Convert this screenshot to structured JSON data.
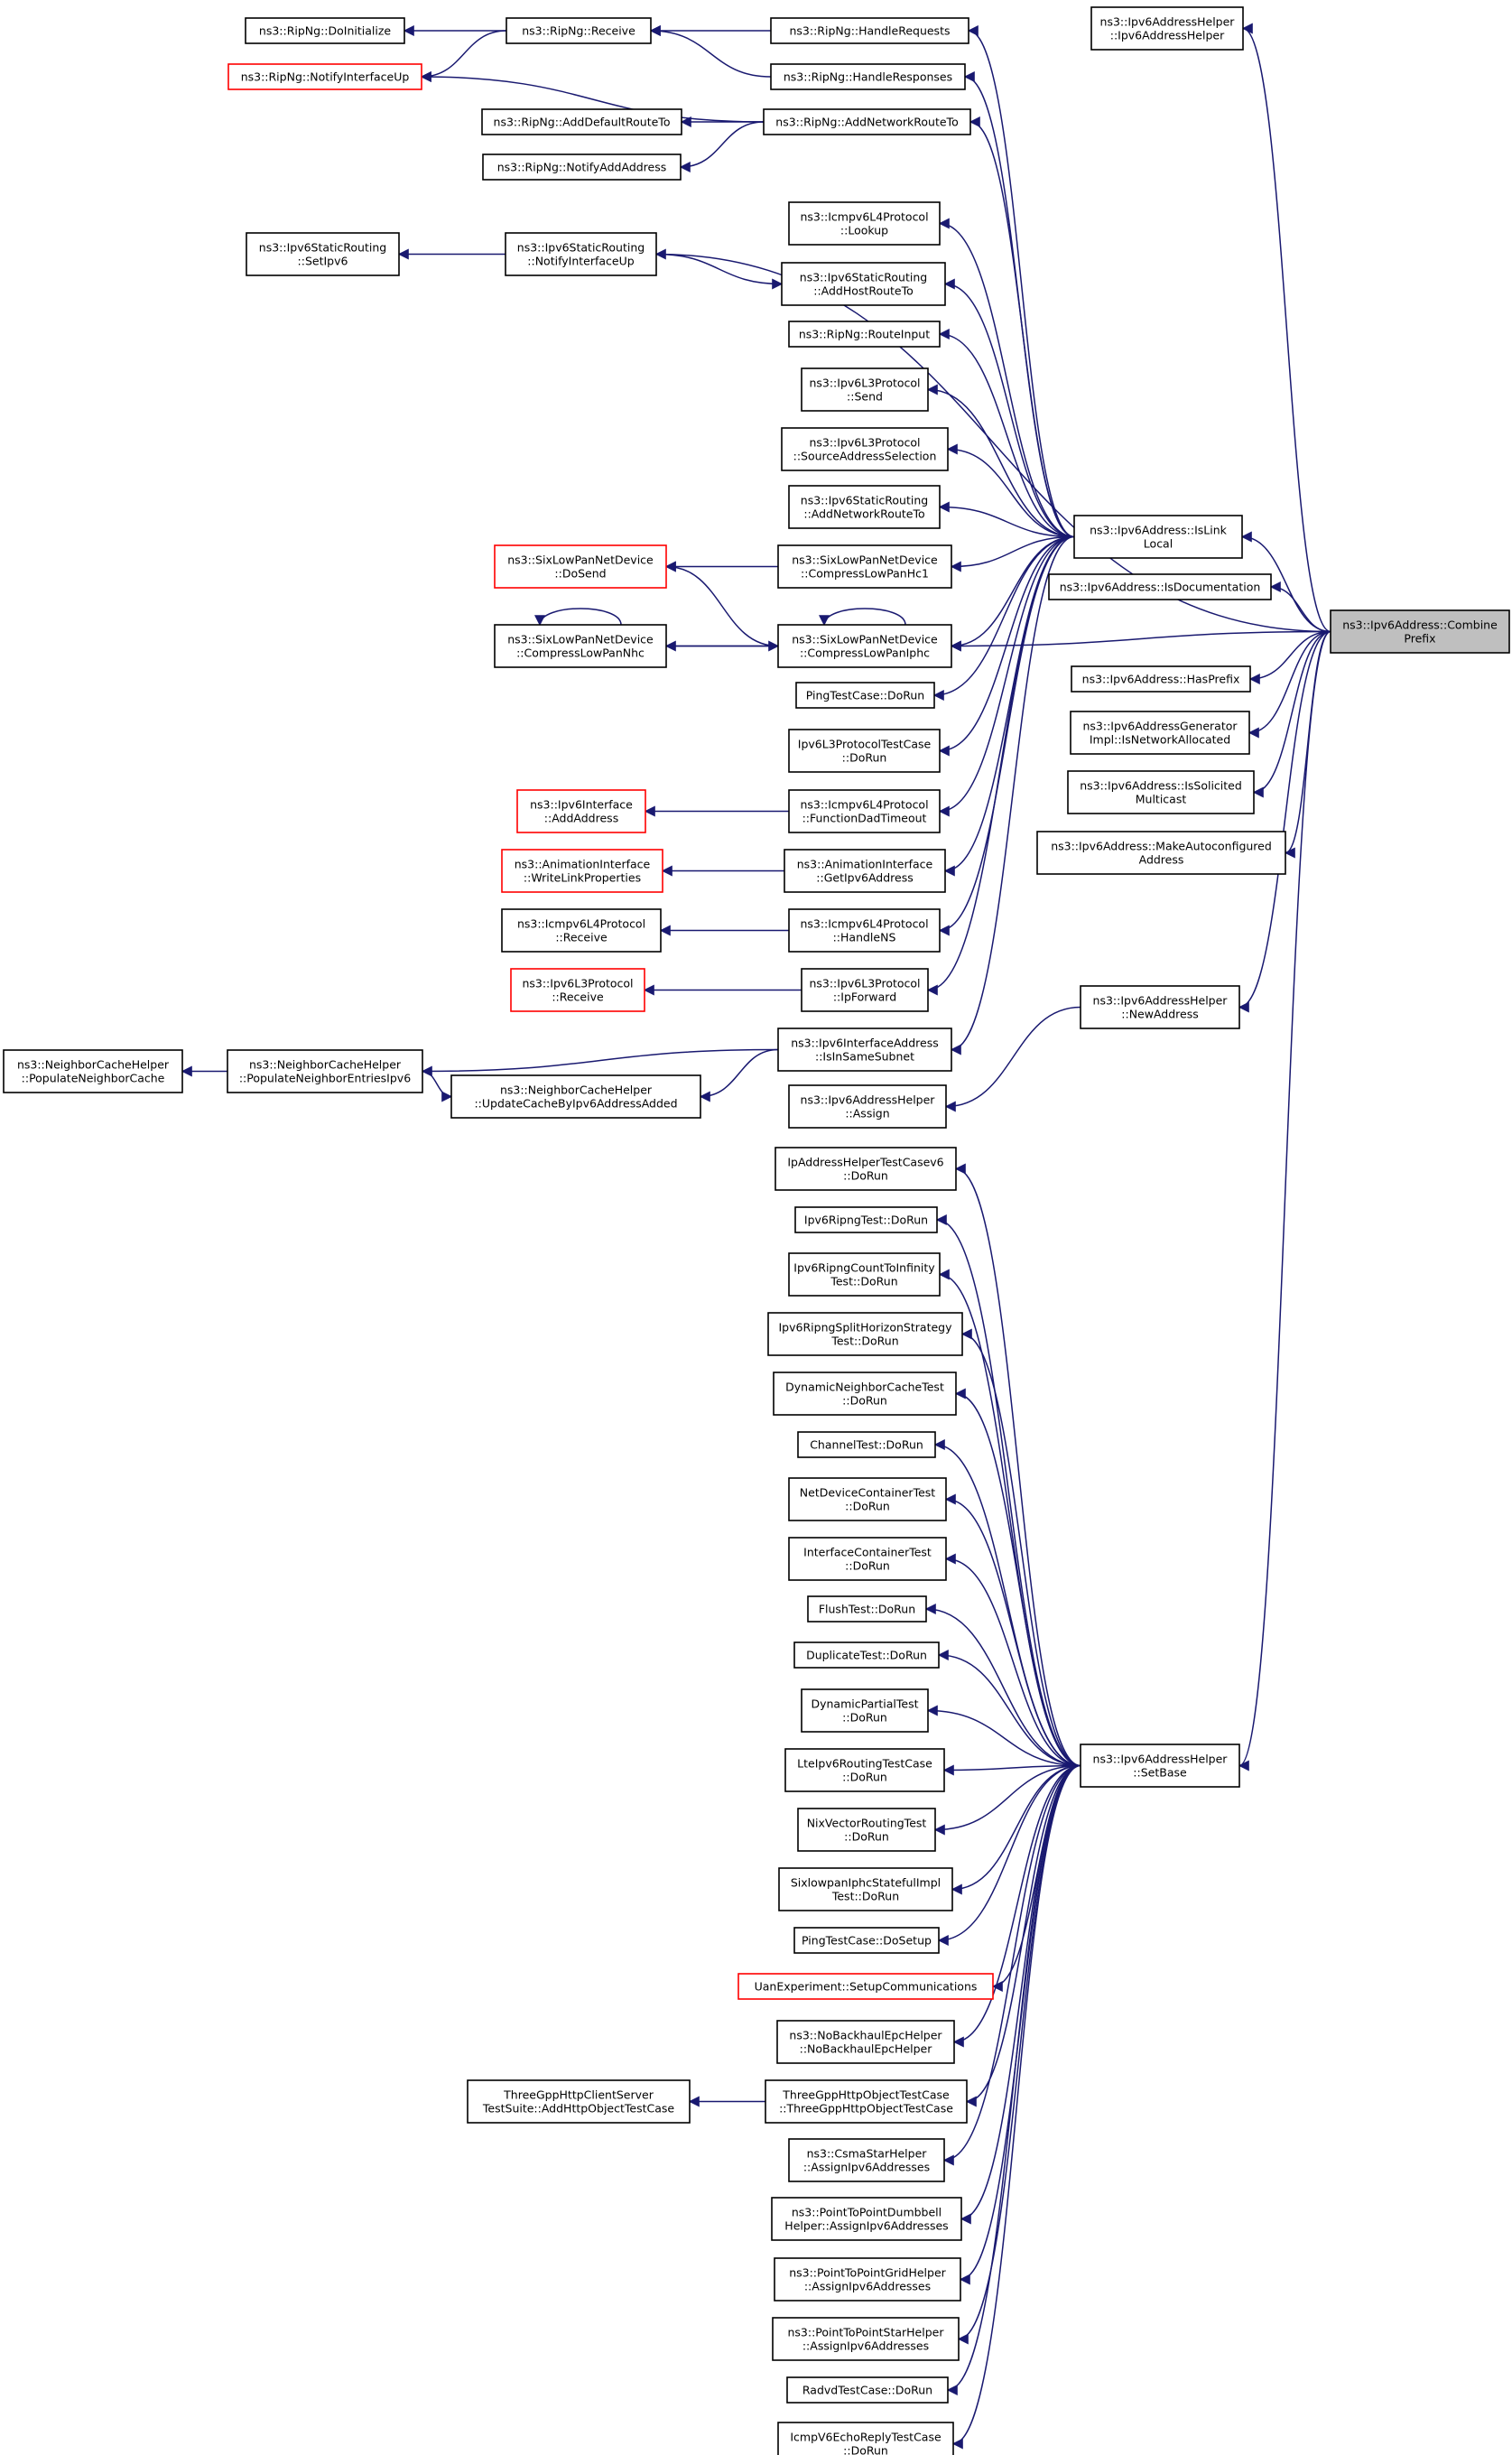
{
  "colors": {
    "edge": "#191970",
    "border": "#000000",
    "border_truncated": "#ff0000",
    "focus_fill": "#bfbfbf",
    "fill": "#ffffff"
  },
  "nodes": {
    "n0": {
      "lines": [
        "ns3::Ipv6Address::Combine",
        "Prefix"
      ],
      "focus": true
    },
    "n1": {
      "lines": [
        "ns3::Ipv6AddressHelper",
        "::Ipv6AddressHelper"
      ]
    },
    "n2": {
      "lines": [
        "ns3::Ipv6Address::IsLink",
        "Local"
      ]
    },
    "n3": {
      "lines": [
        "ns3::Ipv6Address::IsDocumentation"
      ]
    },
    "n4": {
      "lines": [
        "ns3::Ipv6Address::HasPrefix"
      ]
    },
    "n5": {
      "lines": [
        "ns3::Ipv6AddressGenerator",
        "Impl::IsNetworkAllocated"
      ]
    },
    "n6": {
      "lines": [
        "ns3::Ipv6Address::IsSolicited",
        "Multicast"
      ]
    },
    "n7": {
      "lines": [
        "ns3::Ipv6Address::MakeAutoconfigured",
        "Address"
      ]
    },
    "n8": {
      "lines": [
        "ns3::Ipv6AddressHelper",
        "::NewAddress"
      ]
    },
    "n9": {
      "lines": [
        "ns3::Ipv6AddressHelper",
        "::SetBase"
      ]
    },
    "n10": {
      "lines": [
        "ns3::RipNg::HandleRequests"
      ]
    },
    "n11": {
      "lines": [
        "ns3::RipNg::HandleResponses"
      ]
    },
    "n12": {
      "lines": [
        "ns3::RipNg::AddNetworkRouteTo"
      ]
    },
    "n13": {
      "lines": [
        "ns3::RipNg::Receive"
      ]
    },
    "n14": {
      "lines": [
        "ns3::RipNg::DoInitialize"
      ]
    },
    "n15": {
      "lines": [
        "ns3::RipNg::NotifyInterfaceUp"
      ],
      "truncated": true
    },
    "n16": {
      "lines": [
        "ns3::RipNg::AddDefaultRouteTo"
      ]
    },
    "n17": {
      "lines": [
        "ns3::RipNg::NotifyAddAddress"
      ]
    },
    "n18": {
      "lines": [
        "ns3::Ipv6StaticRouting",
        "::NotifyInterfaceUp"
      ]
    },
    "n19": {
      "lines": [
        "ns3::Ipv6StaticRouting",
        "::SetIpv6"
      ]
    },
    "n20": {
      "lines": [
        "ns3::Icmpv6L4Protocol",
        "::Lookup"
      ]
    },
    "n21": {
      "lines": [
        "ns3::Ipv6StaticRouting",
        "::AddHostRouteTo"
      ]
    },
    "n22": {
      "lines": [
        "ns3::RipNg::RouteInput"
      ]
    },
    "n23": {
      "lines": [
        "ns3::Ipv6L3Protocol",
        "::Send"
      ]
    },
    "n24": {
      "lines": [
        "ns3::Ipv6L3Protocol",
        "::SourceAddressSelection"
      ]
    },
    "n25": {
      "lines": [
        "ns3::Ipv6StaticRouting",
        "::AddNetworkRouteTo"
      ]
    },
    "n26": {
      "lines": [
        "ns3::SixLowPanNetDevice",
        "::CompressLowPanHc1"
      ]
    },
    "n27": {
      "lines": [
        "ns3::SixLowPanNetDevice",
        "::DoSend"
      ],
      "truncated": true
    },
    "n28": {
      "lines": [
        "ns3::SixLowPanNetDevice",
        "::CompressLowPanIphc"
      ]
    },
    "n29": {
      "lines": [
        "ns3::SixLowPanNetDevice",
        "::CompressLowPanNhc"
      ]
    },
    "n30": {
      "lines": [
        "PingTestCase::DoRun"
      ]
    },
    "n31": {
      "lines": [
        "Ipv6L3ProtocolTestCase",
        "::DoRun"
      ]
    },
    "n32": {
      "lines": [
        "ns3::Icmpv6L4Protocol",
        "::FunctionDadTimeout"
      ]
    },
    "n33": {
      "lines": [
        "ns3::Ipv6Interface",
        "::AddAddress"
      ],
      "truncated": true
    },
    "n34": {
      "lines": [
        "ns3::AnimationInterface",
        "::GetIpv6Address"
      ]
    },
    "n35": {
      "lines": [
        "ns3::AnimationInterface",
        "::WriteLinkProperties"
      ],
      "truncated": true
    },
    "n36": {
      "lines": [
        "ns3::Icmpv6L4Protocol",
        "::HandleNS"
      ]
    },
    "n37": {
      "lines": [
        "ns3::Icmpv6L4Protocol",
        "::Receive"
      ]
    },
    "n38": {
      "lines": [
        "ns3::Ipv6L3Protocol",
        "::IpForward"
      ]
    },
    "n39": {
      "lines": [
        "ns3::Ipv6L3Protocol",
        "::Receive"
      ],
      "truncated": true
    },
    "n40": {
      "lines": [
        "ns3::Ipv6InterfaceAddress",
        "::IsInSameSubnet"
      ]
    },
    "n41": {
      "lines": [
        "ns3::NeighborCacheHelper",
        "::PopulateNeighborEntriesIpv6"
      ]
    },
    "n42": {
      "lines": [
        "ns3::NeighborCacheHelper",
        "::PopulateNeighborCache"
      ]
    },
    "n43": {
      "lines": [
        "ns3::NeighborCacheHelper",
        "::UpdateCacheByIpv6AddressAdded"
      ]
    },
    "n44": {
      "lines": [
        "ns3::Ipv6AddressHelper",
        "::Assign"
      ]
    },
    "n45": {
      "lines": [
        "IpAddressHelperTestCasev6",
        "::DoRun"
      ]
    },
    "n46": {
      "lines": [
        "Ipv6RipngTest::DoRun"
      ]
    },
    "n47": {
      "lines": [
        "Ipv6RipngCountToInfinity",
        "Test::DoRun"
      ]
    },
    "n48": {
      "lines": [
        "Ipv6RipngSplitHorizonStrategy",
        "Test::DoRun"
      ]
    },
    "n49": {
      "lines": [
        "DynamicNeighborCacheTest",
        "::DoRun"
      ]
    },
    "n50": {
      "lines": [
        "ChannelTest::DoRun"
      ]
    },
    "n51": {
      "lines": [
        "NetDeviceContainerTest",
        "::DoRun"
      ]
    },
    "n52": {
      "lines": [
        "InterfaceContainerTest",
        "::DoRun"
      ]
    },
    "n53": {
      "lines": [
        "FlushTest::DoRun"
      ]
    },
    "n54": {
      "lines": [
        "DuplicateTest::DoRun"
      ]
    },
    "n55": {
      "lines": [
        "DynamicPartialTest",
        "::DoRun"
      ]
    },
    "n56": {
      "lines": [
        "LteIpv6RoutingTestCase",
        "::DoRun"
      ]
    },
    "n57": {
      "lines": [
        "NixVectorRoutingTest",
        "::DoRun"
      ]
    },
    "n58": {
      "lines": [
        "SixlowpanIphcStatefulImpl",
        "Test::DoRun"
      ]
    },
    "n59": {
      "lines": [
        "PingTestCase::DoSetup"
      ]
    },
    "n60": {
      "lines": [
        "UanExperiment::SetupCommunications"
      ],
      "truncated": true
    },
    "n61": {
      "lines": [
        "ns3::NoBackhaulEpcHelper",
        "::NoBackhaulEpcHelper"
      ]
    },
    "n62": {
      "lines": [
        "ThreeGppHttpObjectTestCase",
        "::ThreeGppHttpObjectTestCase"
      ]
    },
    "n63": {
      "lines": [
        "ThreeGppHttpClientServer",
        "TestSuite::AddHttpObjectTestCase"
      ]
    },
    "n64": {
      "lines": [
        "ns3::CsmaStarHelper",
        "::AssignIpv6Addresses"
      ]
    },
    "n65": {
      "lines": [
        "ns3::PointToPointDumbbell",
        "Helper::AssignIpv6Addresses"
      ]
    },
    "n66": {
      "lines": [
        "ns3::PointToPointGridHelper",
        "::AssignIpv6Addresses"
      ]
    },
    "n67": {
      "lines": [
        "ns3::PointToPointStarHelper",
        "::AssignIpv6Addresses"
      ]
    },
    "n68": {
      "lines": [
        "RadvdTestCase::DoRun"
      ]
    },
    "n69": {
      "lines": [
        "IcmpV6EchoReplyTestCase",
        "::DoRun"
      ]
    }
  },
  "edges": [
    [
      "n1",
      "n0"
    ],
    [
      "n2",
      "n0"
    ],
    [
      "n3",
      "n0"
    ],
    [
      "n4",
      "n0"
    ],
    [
      "n5",
      "n0"
    ],
    [
      "n6",
      "n0"
    ],
    [
      "n7",
      "n0"
    ],
    [
      "n8",
      "n0"
    ],
    [
      "n9",
      "n0"
    ],
    [
      "n10",
      "n2"
    ],
    [
      "n11",
      "n2"
    ],
    [
      "n12",
      "n2"
    ],
    [
      "n18",
      "n0"
    ],
    [
      "n13",
      "n10"
    ],
    [
      "n13",
      "n11"
    ],
    [
      "n14",
      "n13"
    ],
    [
      "n15",
      "n13"
    ],
    [
      "n15",
      "n12"
    ],
    [
      "n16",
      "n12"
    ],
    [
      "n17",
      "n12"
    ],
    [
      "n19",
      "n18"
    ],
    [
      "n21",
      "n18"
    ],
    [
      "n20",
      "n2"
    ],
    [
      "n21",
      "n2"
    ],
    [
      "n22",
      "n2"
    ],
    [
      "n23",
      "n2"
    ],
    [
      "n24",
      "n2"
    ],
    [
      "n25",
      "n2"
    ],
    [
      "n26",
      "n2"
    ],
    [
      "n28",
      "n2"
    ],
    [
      "n30",
      "n2"
    ],
    [
      "n31",
      "n2"
    ],
    [
      "n32",
      "n2"
    ],
    [
      "n34",
      "n2"
    ],
    [
      "n36",
      "n2"
    ],
    [
      "n38",
      "n2"
    ],
    [
      "n40",
      "n2"
    ],
    [
      "n28",
      "n0"
    ],
    [
      "n27",
      "n26"
    ],
    [
      "n27",
      "n28"
    ],
    [
      "n28",
      "n29"
    ],
    [
      "n29",
      "n28"
    ],
    [
      "n28",
      "n28"
    ],
    [
      "n29",
      "n29"
    ],
    [
      "n33",
      "n32"
    ],
    [
      "n35",
      "n34"
    ],
    [
      "n37",
      "n36"
    ],
    [
      "n39",
      "n38"
    ],
    [
      "n41",
      "n40"
    ],
    [
      "n43",
      "n40"
    ],
    [
      "n42",
      "n41"
    ],
    [
      "n43",
      "n41"
    ],
    [
      "n44",
      "n8"
    ],
    [
      "n45",
      "n9"
    ],
    [
      "n46",
      "n9"
    ],
    [
      "n47",
      "n9"
    ],
    [
      "n48",
      "n9"
    ],
    [
      "n49",
      "n9"
    ],
    [
      "n50",
      "n9"
    ],
    [
      "n51",
      "n9"
    ],
    [
      "n52",
      "n9"
    ],
    [
      "n53",
      "n9"
    ],
    [
      "n54",
      "n9"
    ],
    [
      "n55",
      "n9"
    ],
    [
      "n56",
      "n9"
    ],
    [
      "n57",
      "n9"
    ],
    [
      "n58",
      "n9"
    ],
    [
      "n59",
      "n9"
    ],
    [
      "n60",
      "n9"
    ],
    [
      "n61",
      "n9"
    ],
    [
      "n62",
      "n9"
    ],
    [
      "n63",
      "n62"
    ],
    [
      "n64",
      "n9"
    ],
    [
      "n65",
      "n9"
    ],
    [
      "n66",
      "n9"
    ],
    [
      "n67",
      "n9"
    ],
    [
      "n68",
      "n9"
    ],
    [
      "n69",
      "n9"
    ]
  ]
}
